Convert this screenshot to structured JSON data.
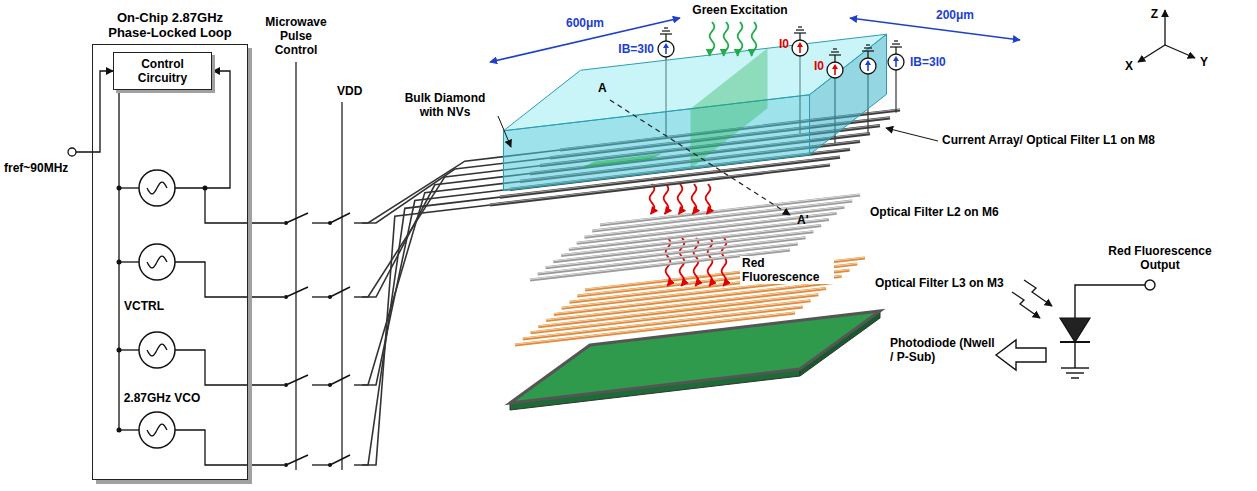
{
  "diagram": {
    "nodes": [
      {
        "text": [
          "On-Chip 2.87GHz Phase-Locked Loop"
        ]
      },
      {
        "text": [
          "Control Circuitry"
        ],
        "in": 0
      }
    ],
    "labels": [
      "Green Excitation",
      "600μm",
      "200μm",
      "IB=3I0",
      "I0",
      "I0",
      "IB=3I0",
      "Z",
      "X",
      "Y",
      "fref~90MHz",
      "VCTRL",
      "2.87GHz VCO",
      "Microwave Pulse Control",
      "VDD",
      "Bulk Diamond with NVs",
      "A",
      "A'",
      "Current Array/ Optical Filter L1 on M8",
      "Optical Filter L2 on M6",
      "Optical Filter L3 on M3",
      "Red Fluorescence",
      "Photodiode (Nwell / P-Sub)",
      "Red Fluorescence Output"
    ]
  }
}
